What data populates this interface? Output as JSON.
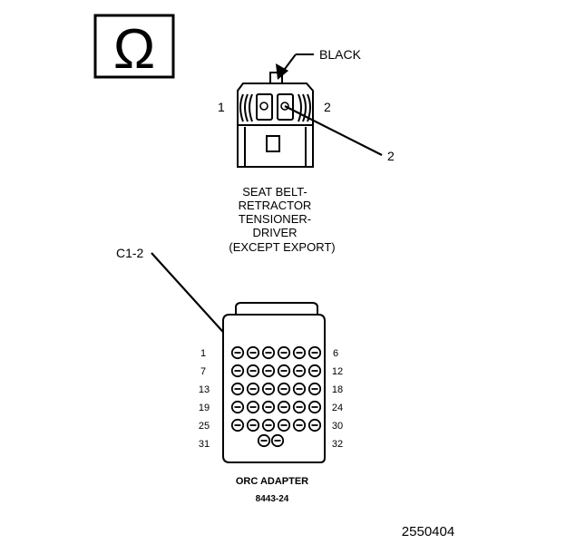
{
  "ohm_symbol": "Ω",
  "top_connector": {
    "color_label": "BLACK",
    "pin_left": "1",
    "pin_right": "2",
    "callout": "2",
    "title_lines": [
      "SEAT BELT-",
      "RETRACTOR",
      "TENSIONER-",
      "DRIVER",
      "(EXCEPT EXPORT)"
    ]
  },
  "adapter": {
    "callout": "C1-2",
    "row_labels_left": [
      "1",
      "7",
      "13",
      "19",
      "25",
      "31"
    ],
    "row_labels_right": [
      "6",
      "12",
      "18",
      "24",
      "30",
      "32"
    ],
    "name": "ORC ADAPTER",
    "part_number": "8443-24"
  },
  "figure_id": "2550404"
}
